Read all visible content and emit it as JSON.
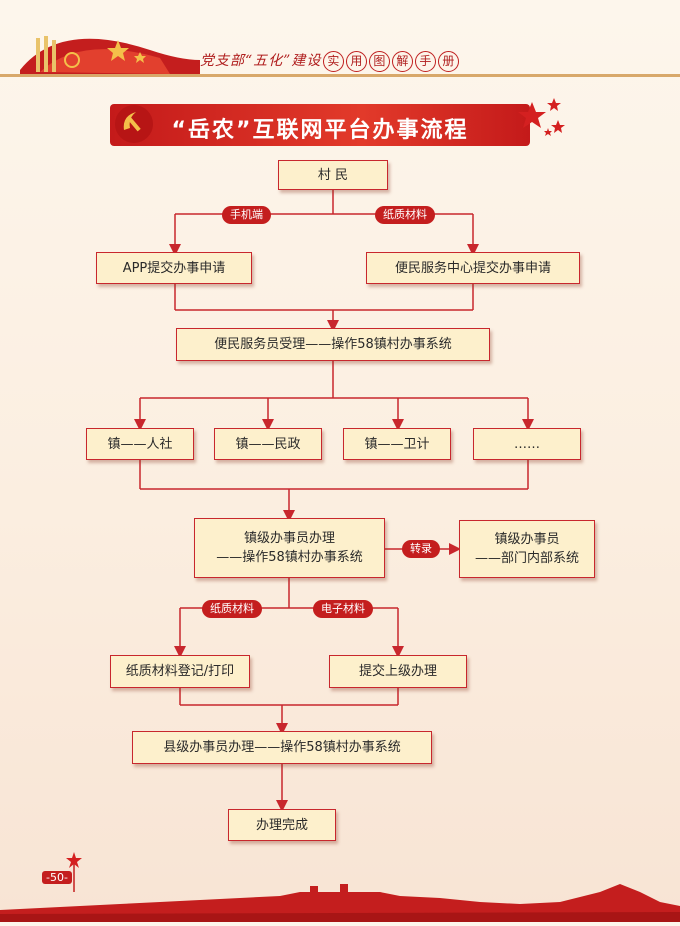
{
  "header": {
    "subtitle_part1": "党支部“五化”建设",
    "subtitle_chars": [
      "实",
      "用",
      "图",
      "解",
      "手",
      "册"
    ]
  },
  "title": "“岳农”互联网平台办事流程",
  "nodes": {
    "villager": "村  民",
    "app_apply": "APP提交办事申请",
    "center_apply": "便民服务中心提交办事申请",
    "clerk_accept": "便民服务员受理——操作58镇村办事系统",
    "town_social": "镇——人社",
    "town_civil": "镇——民政",
    "town_health": "镇——卫计",
    "town_more": "……",
    "town_clerk_line1": "镇级办事员办理",
    "town_clerk_line2": "——操作58镇村办事系统",
    "dept_line1": "镇级办事员",
    "dept_line2": "——部门内部系统",
    "paper_register": "纸质材料登记/打印",
    "submit_upper": "提交上级办理",
    "county_clerk": "县级办事员办理——操作58镇村办事系统",
    "done": "办理完成"
  },
  "labels": {
    "mobile": "手机端",
    "paper1": "纸质材料",
    "transfer": "转录",
    "paper2": "纸质材料",
    "electronic": "电子材料"
  },
  "page_number": "-50-",
  "colors": {
    "accent": "#c41e1e",
    "box_fill": "#fdf0cc",
    "line": "#c8272d"
  }
}
